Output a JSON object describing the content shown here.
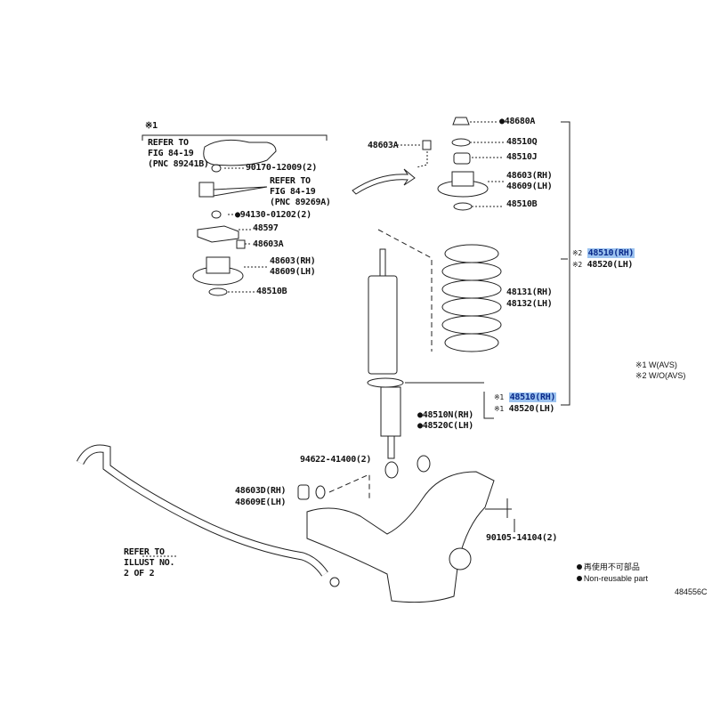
{
  "left_group": {
    "marker": "※1",
    "refer_1": [
      "REFER TO",
      "FIG 84-19",
      "(PNC 89241B)"
    ],
    "part_90170": "90170-12009(2)",
    "refer_2": [
      "REFER TO",
      "FIG 84-19",
      "(PNC 89269A)"
    ],
    "part_94130": "●94130-01202(2)",
    "part_48597": "48597",
    "part_48603A": "48603A",
    "part_48603_rh": "48603(RH)",
    "part_48609_lh": "48609(LH)",
    "part_48510B": "48510B"
  },
  "right_group": {
    "part_48680A": "●48680A",
    "part_48603A": "48603A",
    "part_48510Q": "48510Q",
    "part_48510J": "48510J",
    "part_48603_rh": "48603(RH)",
    "part_48609_lh": "48609(LH)",
    "part_48510B": "48510B",
    "assy_w_o": {
      "mark": "※2",
      "rh": "48510(RH)",
      "lh": "48520(LH)"
    },
    "spring_rh": "48131(RH)",
    "spring_lh": "48132(LH)",
    "assy_w": {
      "mark": "※1",
      "rh": "48510(RH)",
      "lh": "48520(LH)"
    },
    "bush_rh": "●48510N(RH)",
    "bush_lh": "●48520C(LH)"
  },
  "lower": {
    "part_94622": "94622-41400(2)",
    "part_48603D": "48603D(RH)",
    "part_48609E": "48609E(LH)",
    "part_90105": "90105-14104(2)",
    "refer_3": [
      "REFER TO",
      "ILLUST NO.",
      "2 OF 2"
    ]
  },
  "legend": {
    "w_avs": "※1  W(AVS)",
    "wo_avs": "※2  W/O(AVS)",
    "nonreusable_jp": "● 再使用不可部品",
    "nonreusable_en": "● Non-reusable part"
  },
  "figure_id": "484556C",
  "highlight_color": "#9cc3f0"
}
